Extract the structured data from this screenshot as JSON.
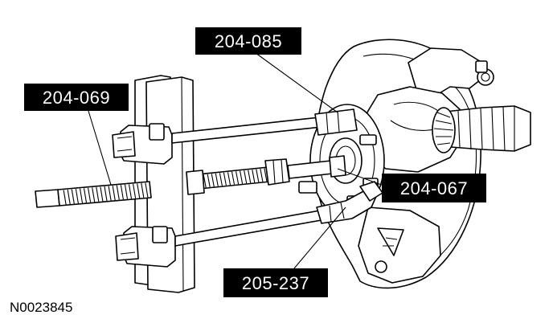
{
  "diagram": {
    "callouts": [
      {
        "id": "c1",
        "label": "204-085"
      },
      {
        "id": "c2",
        "label": "204-069"
      },
      {
        "id": "c3",
        "label": "204-067"
      },
      {
        "id": "c4",
        "label": "205-237"
      }
    ],
    "figure_id": "N0023845",
    "colors": {
      "ink": "#000000",
      "paper": "#ffffff",
      "label_bg": "#000000",
      "label_text": "#ffffff"
    }
  }
}
